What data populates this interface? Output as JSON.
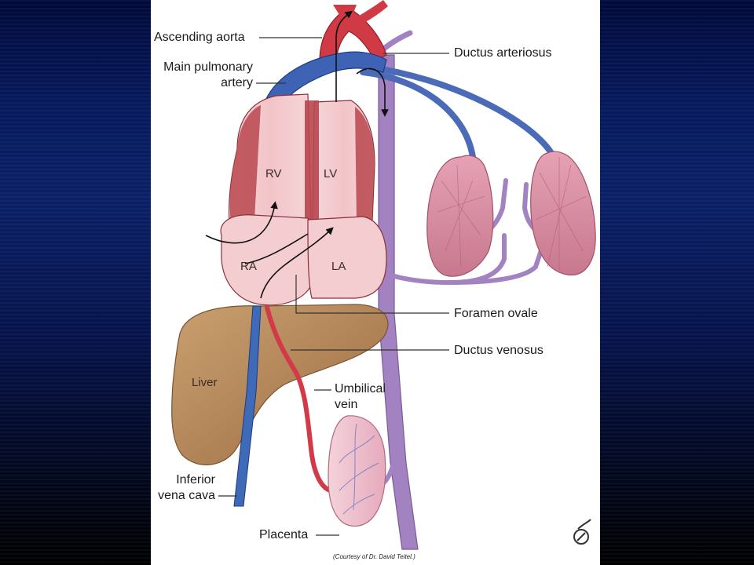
{
  "labels": {
    "ascending_aorta": "Ascending aorta",
    "main_pulmonary_artery_line1": "Main pulmonary",
    "main_pulmonary_artery_line2": "artery",
    "ductus_arteriosus": "Ductus arteriosus",
    "rv": "RV",
    "lv": "LV",
    "ra": "RA",
    "la": "LA",
    "foramen_ovale": "Foramen ovale",
    "ductus_venosus": "Ductus venosus",
    "liver": "Liver",
    "umbilical_vein_line1": "Umbilical",
    "umbilical_vein_line2": "vein",
    "inferior_vena_cava_line1": "Inferior",
    "inferior_vena_cava_line2": "vena cava",
    "placenta": "Placenta"
  },
  "credit": "(Courtesy of Dr. David Teitel.)",
  "colors": {
    "artery_red": "#c8283a",
    "vein_blue": "#3a62b4",
    "mixed_purple": "#9a7ab8",
    "heart_pink": "#f0c8cc",
    "heart_muscle": "#b8464e",
    "liver_brown": "#b8895a",
    "lung_pink": "#d88aa0",
    "placenta_pink": "#eec0cc"
  },
  "icons": [
    "publisher-logo-icon"
  ]
}
